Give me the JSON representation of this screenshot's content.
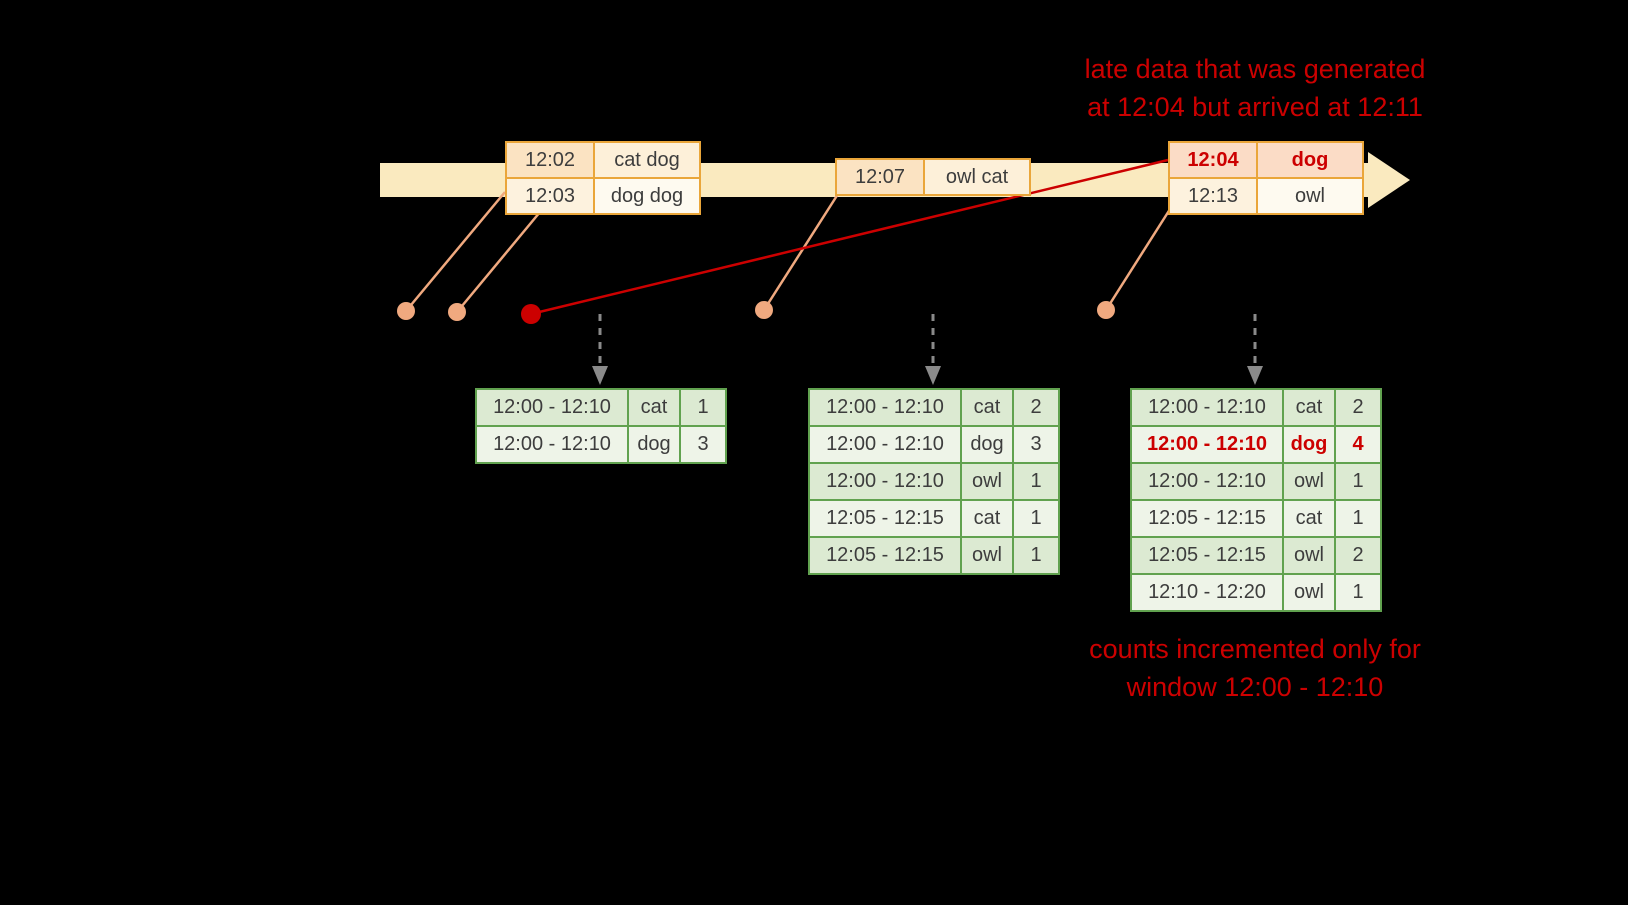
{
  "colors": {
    "background": "#000000",
    "timeline_arrow": "#faeabf",
    "event_border": "#eaa63a",
    "event_row_a_time": "#fbe3c2",
    "event_row_a_words": "#fdf0d9",
    "event_row_b_time": "#fdf2de",
    "event_row_b_words": "#fefaf0",
    "late_row_bg": "#fbdcc6",
    "accent_red": "#cc0000",
    "connector": "#f0a97f",
    "result_border": "#61a24f",
    "result_row_even": "#dcead2",
    "result_row_odd": "#eef4e8",
    "trigger_arrow": "#8a8a8a",
    "text_dark": "#3d3d3d"
  },
  "annotations": {
    "late_data_note": [
      "late data that was generated",
      "at 12:04 but arrived at 12:11"
    ],
    "counts_note": [
      "counts incremented only for",
      "window 12:00 - 12:10"
    ]
  },
  "event_tables": [
    {
      "rows": [
        {
          "time": "12:02",
          "words": "cat dog"
        },
        {
          "time": "12:03",
          "words": "dog dog"
        }
      ]
    },
    {
      "rows": [
        {
          "time": "12:07",
          "words": "owl cat"
        }
      ]
    },
    {
      "rows": [
        {
          "time": "12:04",
          "words": "dog",
          "late": true
        },
        {
          "time": "12:13",
          "words": "owl"
        }
      ]
    }
  ],
  "result_tables": [
    {
      "rows": [
        {
          "window": "12:00 - 12:10",
          "word": "cat",
          "count": "1"
        },
        {
          "window": "12:00 - 12:10",
          "word": "dog",
          "count": "3"
        }
      ]
    },
    {
      "rows": [
        {
          "window": "12:00 - 12:10",
          "word": "cat",
          "count": "2"
        },
        {
          "window": "12:00 - 12:10",
          "word": "dog",
          "count": "3"
        },
        {
          "window": "12:00 - 12:10",
          "word": "owl",
          "count": "1"
        },
        {
          "window": "12:05 - 12:15",
          "word": "cat",
          "count": "1"
        },
        {
          "window": "12:05 - 12:15",
          "word": "owl",
          "count": "1"
        }
      ]
    },
    {
      "rows": [
        {
          "window": "12:00 - 12:10",
          "word": "cat",
          "count": "2"
        },
        {
          "window": "12:00 - 12:10",
          "word": "dog",
          "count": "4",
          "highlight": true
        },
        {
          "window": "12:00 - 12:10",
          "word": "owl",
          "count": "1"
        },
        {
          "window": "12:05 - 12:15",
          "word": "cat",
          "count": "1"
        },
        {
          "window": "12:05 - 12:15",
          "word": "owl",
          "count": "2"
        },
        {
          "window": "12:10 - 12:20",
          "word": "owl",
          "count": "1"
        }
      ]
    }
  ]
}
